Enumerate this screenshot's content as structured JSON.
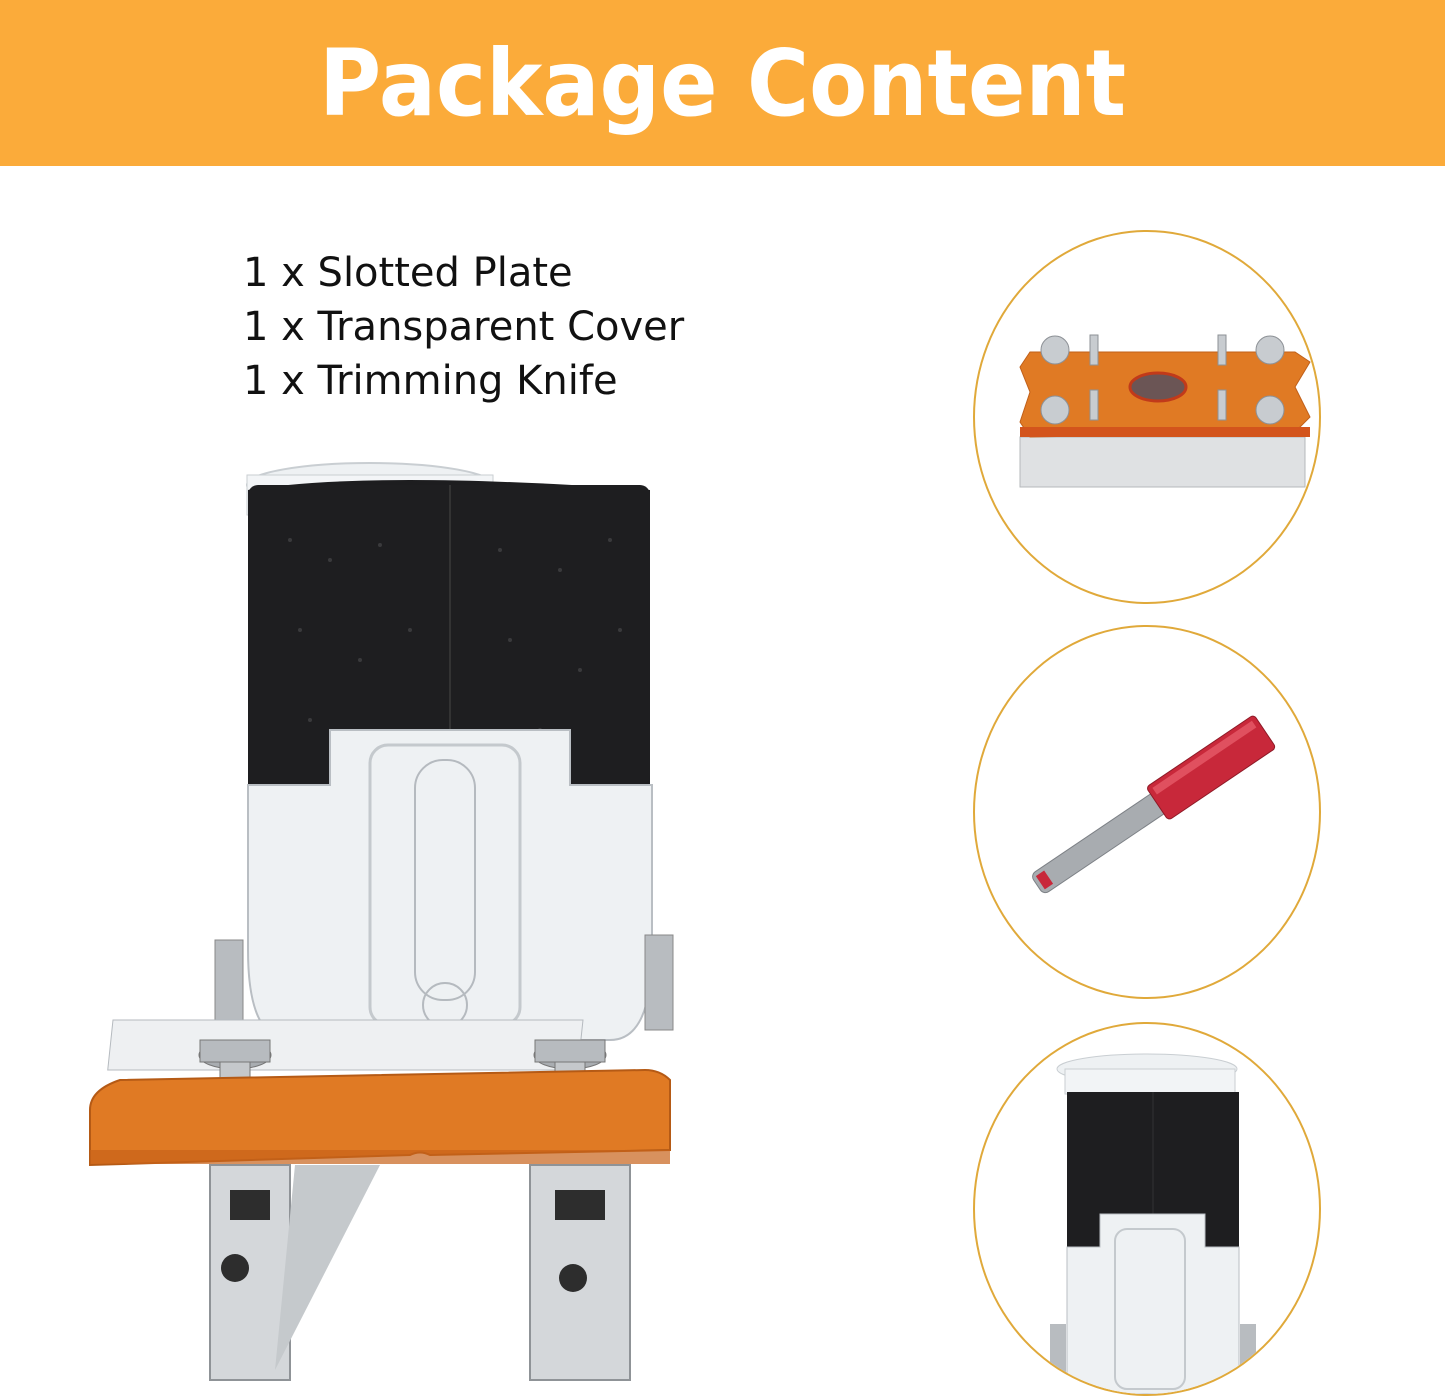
{
  "banner": {
    "title": "Package Content",
    "background_color": "#fbab3a",
    "text_color": "#ffffff"
  },
  "contents": {
    "items": [
      {
        "quantity": "1",
        "label": "1 x Slotted Plate"
      },
      {
        "quantity": "1",
        "label": "1 x Transparent Cover"
      },
      {
        "quantity": "1",
        "label": "1 x Trimming Knife"
      }
    ]
  },
  "images": {
    "main": "trimmer-with-transparent-cover-on-slotted-plate",
    "circle_1": "slotted-plate",
    "circle_2": "trimming-knife-router-bit",
    "circle_3": "transparent-cover"
  },
  "colors": {
    "accent_orange": "#fbab3a",
    "plate_orange": "#e07a24",
    "circle_border": "#e0a93a",
    "bit_red": "#c8283a"
  }
}
